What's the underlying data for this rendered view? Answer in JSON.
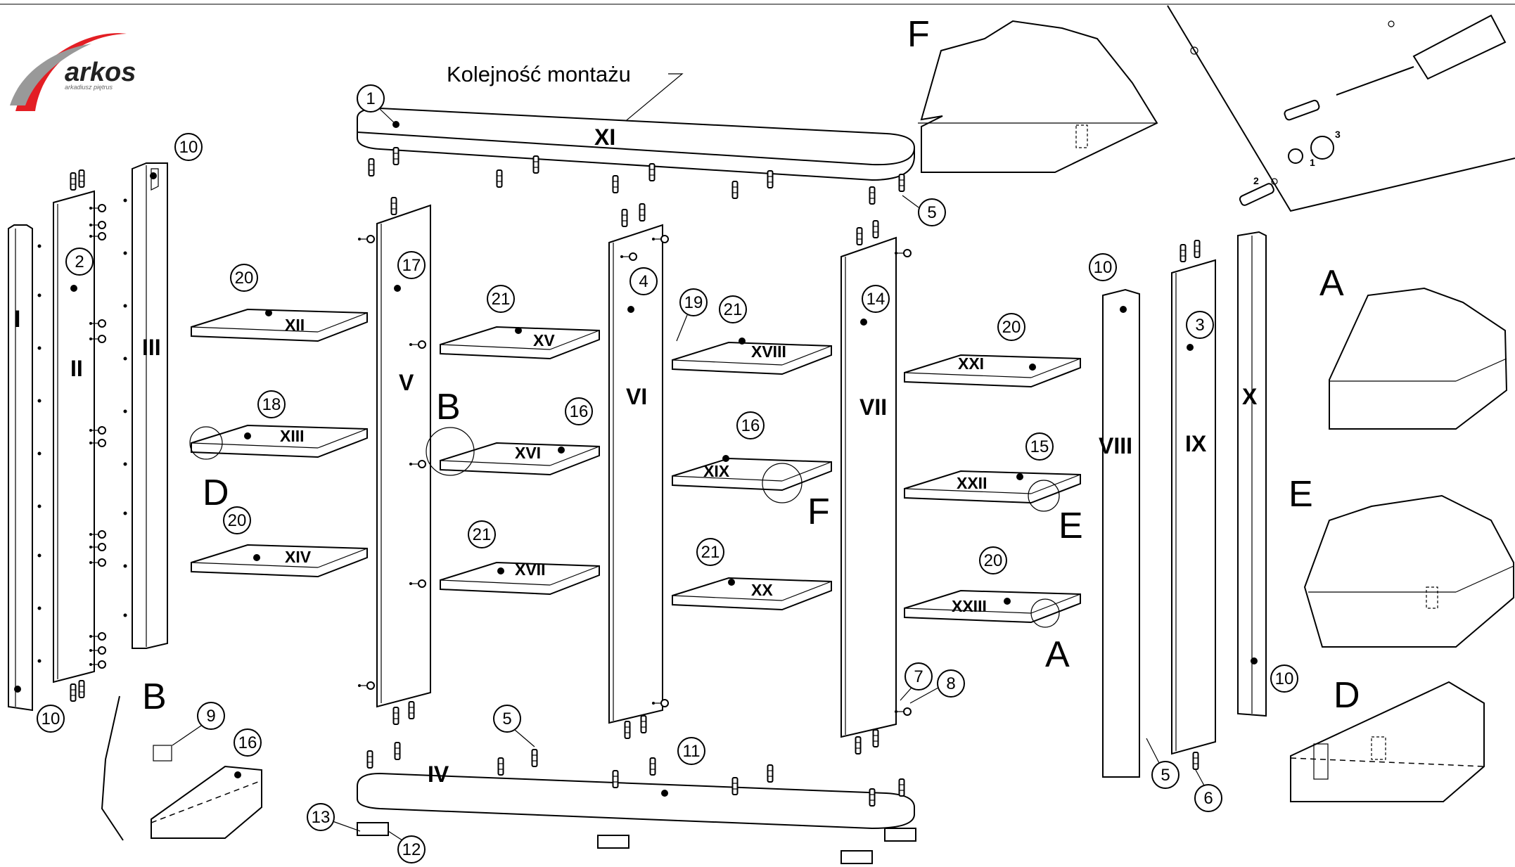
{
  "brand": {
    "name": "arkos",
    "tagline": "arkadiusz piętrus",
    "colors": {
      "red": "#e31e24",
      "grey": "#666666"
    }
  },
  "title": "Kolejność montażu",
  "panels": {
    "I": "I",
    "II": "II",
    "III": "III",
    "IV": "IV",
    "V": "V",
    "VI": "VI",
    "VII": "VII",
    "VIII": "VIII",
    "IX": "IX",
    "X": "X",
    "XI": "XI",
    "XII": "XII",
    "XIII": "XIII",
    "XIV": "XIV",
    "XV": "XV",
    "XVI": "XVI",
    "XVII": "XVII",
    "XVIII": "XVIII",
    "XIX": "XIX",
    "XX": "XX",
    "XXI": "XXI",
    "XXII": "XXII",
    "XXIII": "XXIII"
  },
  "parts": {
    "p1": "1",
    "p2": "2",
    "p3": "3",
    "p4": "4",
    "p5a": "5",
    "p5b": "5",
    "p5c": "5",
    "p6": "6",
    "p7": "7",
    "p8": "8",
    "p9": "9",
    "p10a": "10",
    "p10b": "10",
    "p10c": "10",
    "p10d": "10",
    "p11": "11",
    "p12": "12",
    "p13": "13",
    "p14": "14",
    "p15": "15",
    "p16a": "16",
    "p16b": "16",
    "p16c": "16",
    "p17": "17",
    "p18": "18",
    "p19": "19",
    "p20a": "20",
    "p20b": "20",
    "p20c": "20",
    "p20d": "20",
    "p21a": "21",
    "p21b": "21",
    "p21c": "21",
    "p21d": "21"
  },
  "details": {
    "A1": "A",
    "A2": "A",
    "B1": "B",
    "B2": "B",
    "D1": "D",
    "D2": "D",
    "E1": "E",
    "E2": "E",
    "F1": "F",
    "F2": "F"
  },
  "screw_steps": {
    "s1": "1",
    "s2": "2",
    "s3": "3"
  },
  "icons": [
    "arkos-logo",
    "screwdriver-icon",
    "eccentric-connector-icon",
    "dowel-icon",
    "leveling-foot-icon"
  ]
}
